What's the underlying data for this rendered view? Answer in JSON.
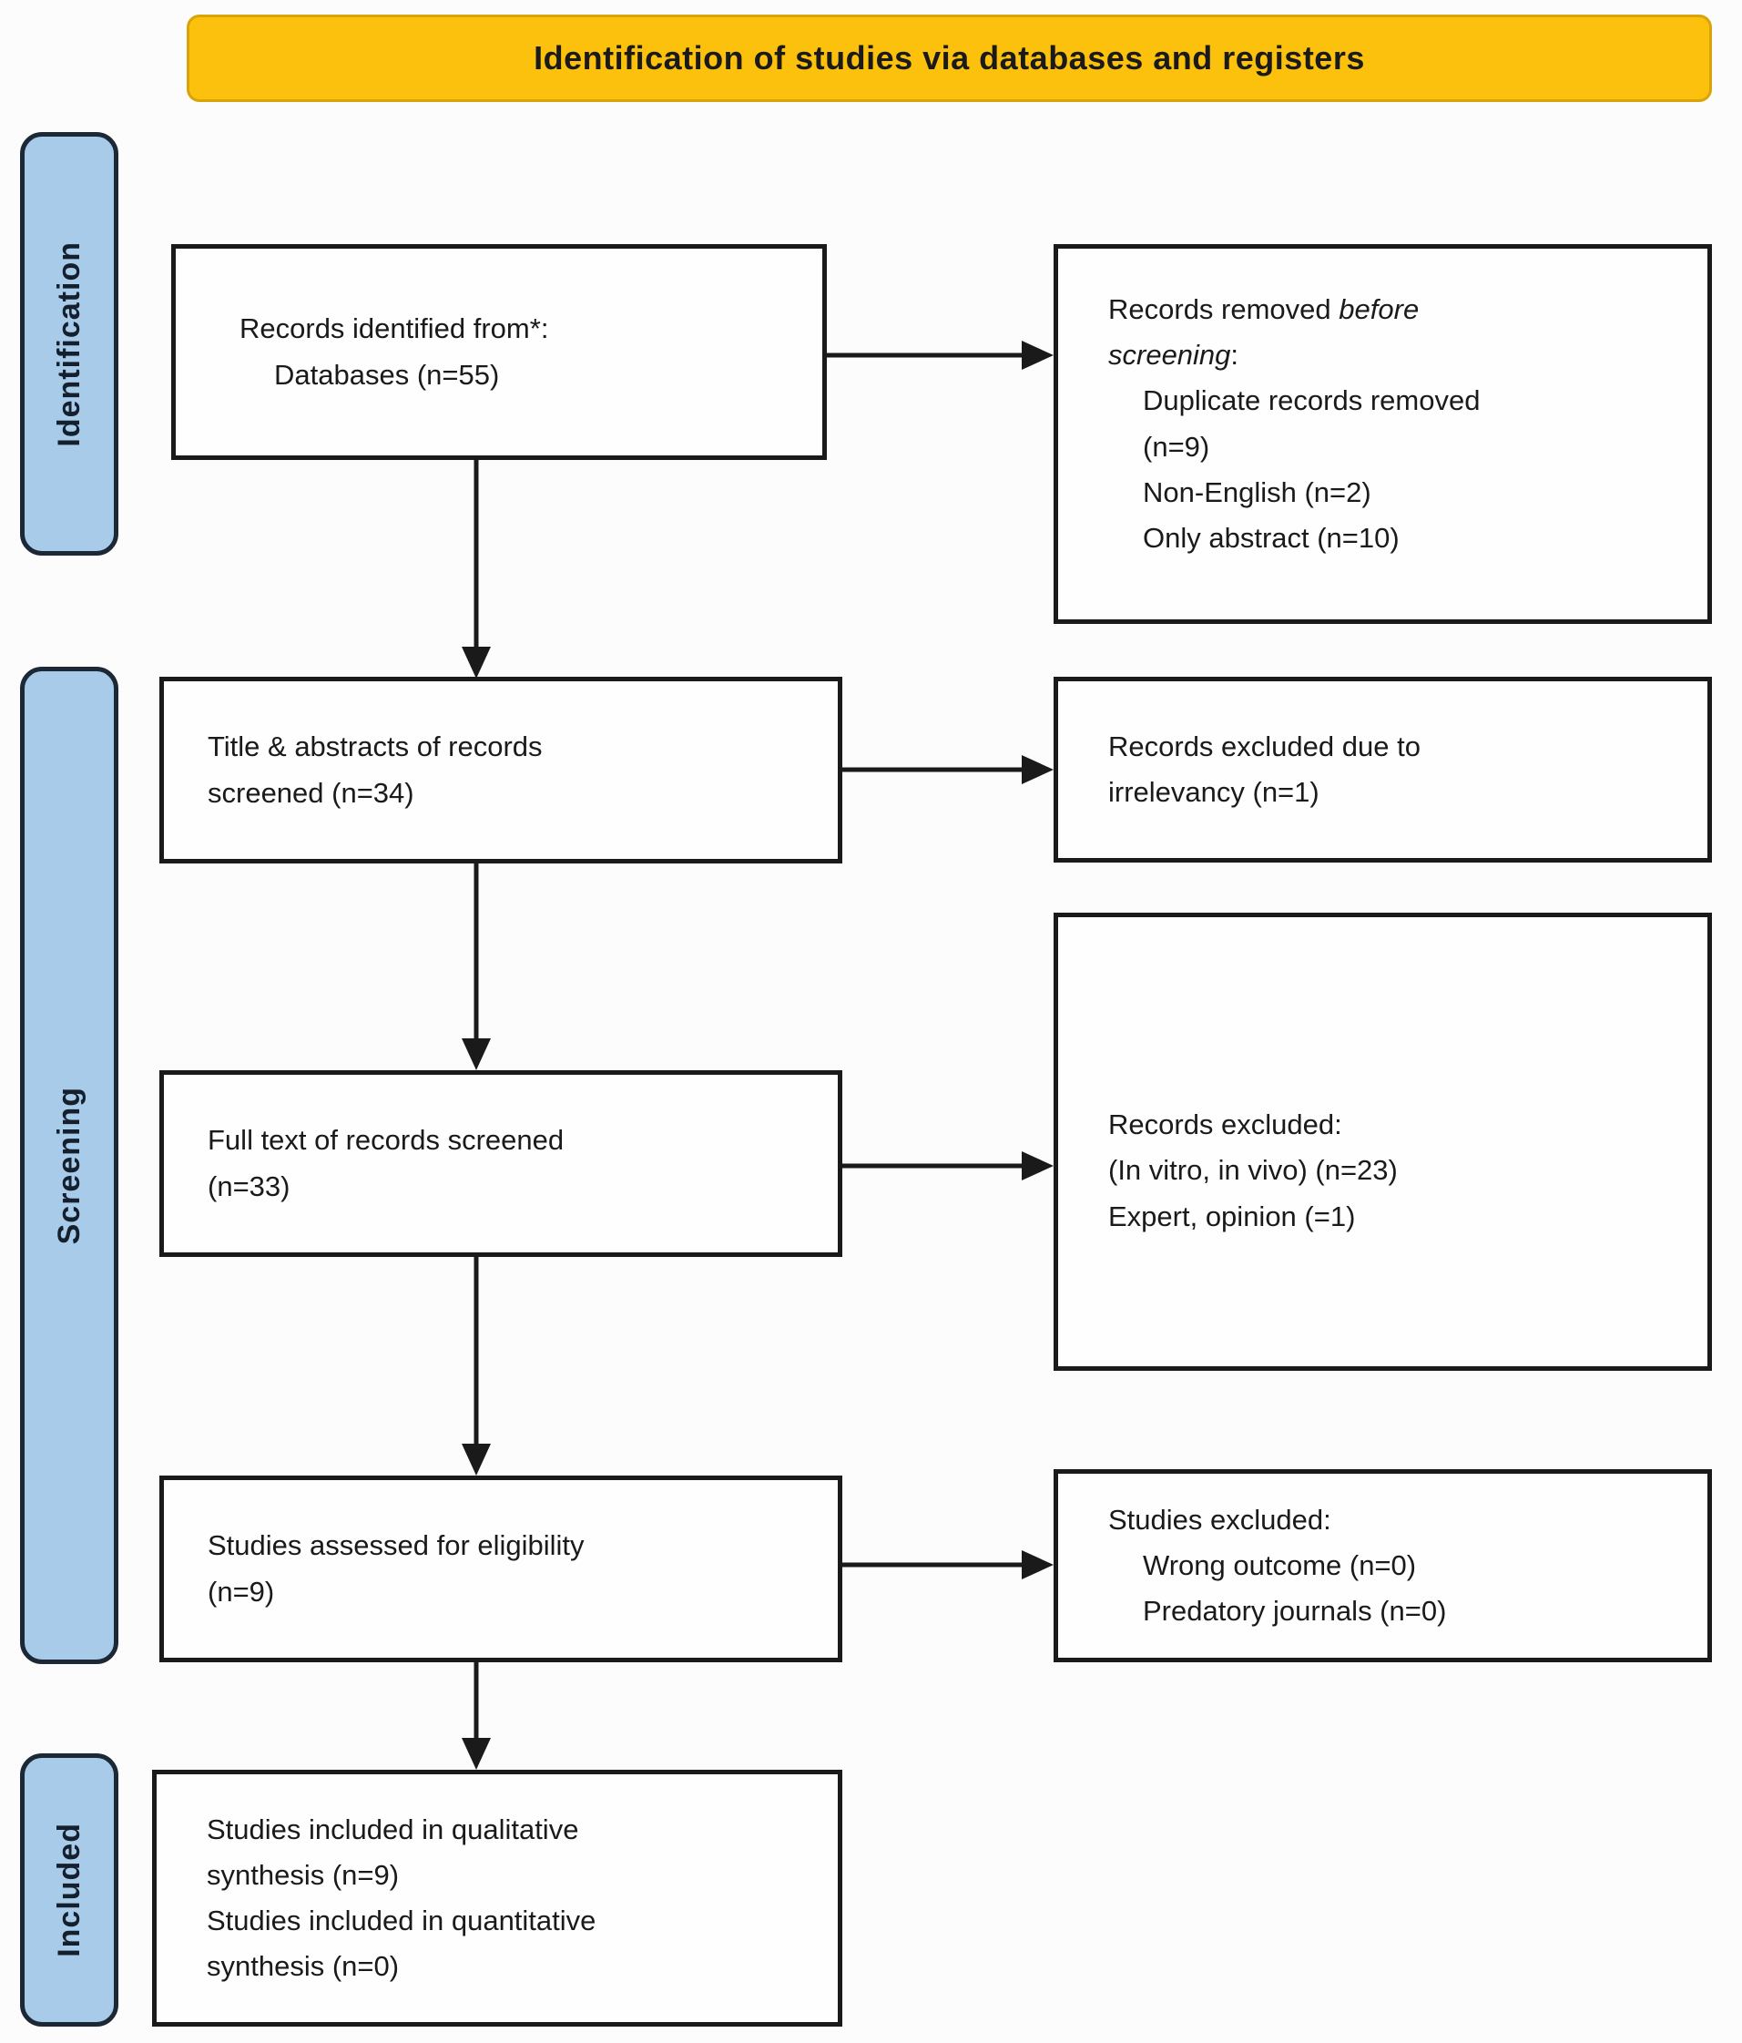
{
  "colors": {
    "banner-bg": "#FBC10D",
    "banner-border": "#D9A40A",
    "stage-bg": "#A9CBEA",
    "stage-border": "#1C2836",
    "box-border": "#1A1A1A",
    "text": "#1A1A1A",
    "arrow": "#1A1A1A",
    "page-bg": "#FCFCFC"
  },
  "banner": {
    "title": "Identification of studies via databases and registers"
  },
  "stages": [
    {
      "label": "Identification"
    },
    {
      "label": "Screening"
    },
    {
      "label": "Included"
    }
  ],
  "boxes": {
    "identified": {
      "line1": "Records identified from*:",
      "line2": "Databases (n=55)"
    },
    "removed": {
      "line1_pre": "Records removed ",
      "line1_italic": "before",
      "line2_italic": "screening",
      "line2_post": ":",
      "items": [
        "Duplicate records removed",
        "(n=9)",
        "Non-English (n=2)",
        "Only abstract (n=10)"
      ]
    },
    "title_abstract": {
      "line1": "Title & abstracts of records",
      "line2": "screened (n=34)"
    },
    "excluded_irrelevant": {
      "line1": "Records excluded due to",
      "line2": "irrelevancy (n=1)"
    },
    "fulltext": {
      "line1": "Full text of records screened",
      "line2": "(n=33)"
    },
    "excluded_fulltext": {
      "line1": "Records excluded:",
      "line2": "(In vitro, in vivo) (n=23)",
      "line3": "Expert, opinion (=1)"
    },
    "assessed": {
      "line1": "Studies assessed for eligibility",
      "line2": "(n=9)"
    },
    "excluded_studies": {
      "line1": "Studies excluded:",
      "items": [
        "Wrong outcome (n=0)",
        "Predatory journals (n=0)"
      ]
    },
    "included": {
      "line1": "Studies included in qualitative",
      "line2": "synthesis (n=9)",
      "line3": "Studies included in quantitative",
      "line4": "synthesis (n=0)"
    }
  }
}
